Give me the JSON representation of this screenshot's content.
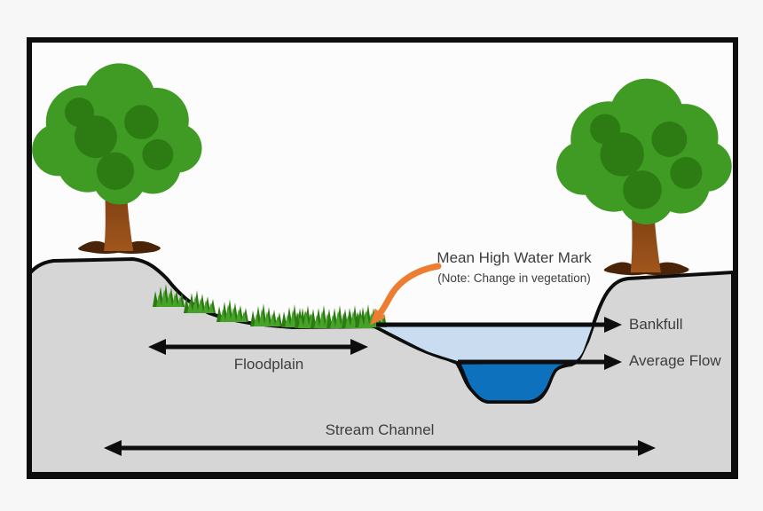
{
  "diagram": {
    "labels": {
      "mean_high_water_mark": "Mean High Water Mark",
      "vegetation_note": "(Note: Change in vegetation)",
      "bankfull": "Bankfull",
      "average_flow": "Average Flow",
      "floodplain": "Floodplain",
      "stream_channel": "Stream Channel"
    },
    "elements": {
      "left_tree": "tree on left bank",
      "right_tree": "tree on right bank",
      "floodplain_grass": "grass tufts on floodplain",
      "bankfull_water": "light blue water at bankfull stage",
      "average_flow_water": "dark blue water at average flow",
      "vegetation_change_arrow": "orange arrow pointing at change in vegetation"
    },
    "colors": {
      "bg": "#f7f7f7",
      "frame-bg": "#fcfcfc",
      "outline": "#0d0d0d",
      "ground": "#d6d6d6",
      "water-surface": "#c9dcf0",
      "water-deep": "#0e71be",
      "tree-green": "#3f9b24",
      "tree-green-dark": "#2d7c13",
      "trunk-light": "#a0561c",
      "trunk-dark": "#5d2a08",
      "grass-dark": "#2c7a12",
      "grass-light": "#46a228",
      "orange": "#ED7D31",
      "text": "#3d3d3d"
    }
  }
}
